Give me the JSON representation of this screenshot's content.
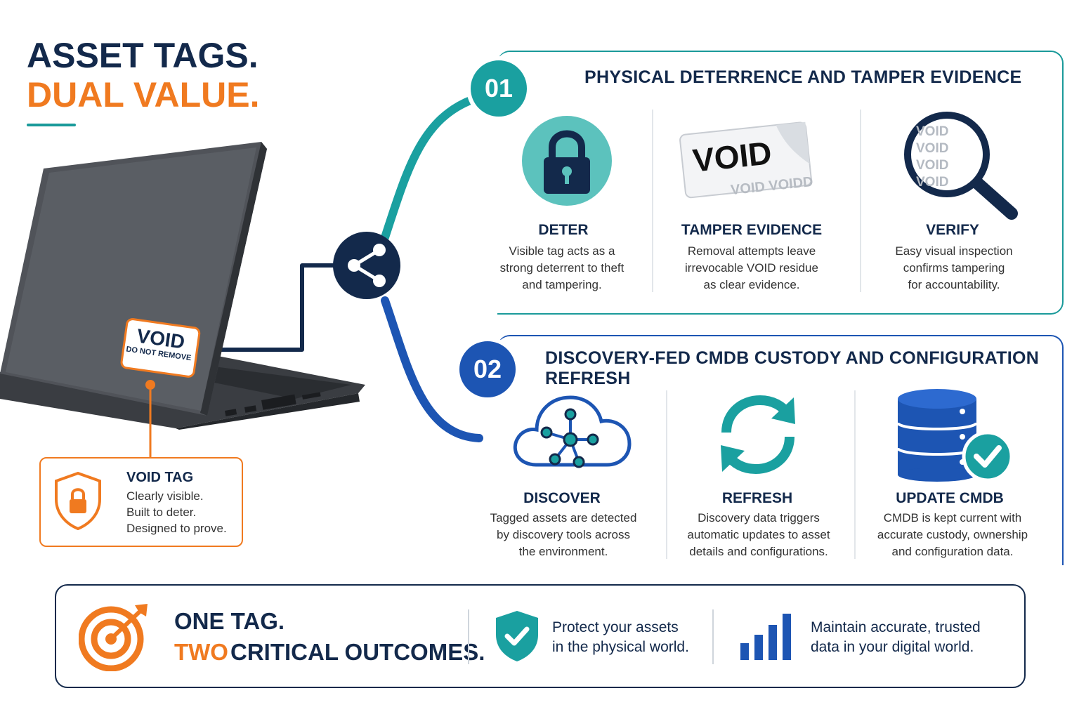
{
  "header": {
    "title_line1": "ASSET TAGS.",
    "title_line2": "DUAL VALUE."
  },
  "laptop_tag": {
    "void": "VOID",
    "do_not_remove": "DO NOT REMOVE"
  },
  "void_callout": {
    "title": "VOID TAG",
    "lines": [
      "Clearly visible.",
      "Built to deter.",
      "Designed to prove."
    ],
    "icon": "shield-lock-icon"
  },
  "section1": {
    "number": "01",
    "title": "PHYSICAL DETERRENCE AND TAMPER EVIDENCE",
    "items": [
      {
        "title": "DETER",
        "desc": [
          "Visible tag acts as a",
          "strong deterrent to theft",
          "and tampering."
        ],
        "icon": "padlock-icon"
      },
      {
        "title": "TAMPER EVIDENCE",
        "desc": [
          "Removal attempts leave",
          "irrevocable VOID residue",
          "as clear evidence."
        ],
        "icon": "void-label-icon",
        "label": "VOID",
        "residue": "VOID VOIDD"
      },
      {
        "title": "VERIFY",
        "desc": [
          "Easy visual inspection",
          "confirms tampering",
          "for accountability."
        ],
        "icon": "magnifier-icon",
        "pattern": "VOID VOID"
      }
    ]
  },
  "section2": {
    "number": "02",
    "title": "DISCOVERY-FED CMDB CUSTODY AND CONFIGURATION REFRESH",
    "items": [
      {
        "title": "DISCOVER",
        "desc": [
          "Tagged assets are detected",
          "by discovery tools across",
          "the environment."
        ],
        "icon": "cloud-network-icon"
      },
      {
        "title": "REFRESH",
        "desc": [
          "Discovery data triggers",
          "automatic updates to asset",
          "details and configurations."
        ],
        "icon": "refresh-icon"
      },
      {
        "title": "UPDATE CMDB",
        "desc": [
          "CMDB is kept current with",
          "accurate custody, ownership",
          "and configuration data."
        ],
        "icon": "database-check-icon"
      }
    ]
  },
  "banner": {
    "line1": "ONE TAG.",
    "line2_accent": "TWO",
    "line2_rest": "CRITICAL OUTCOMES.",
    "point1": [
      "Protect your assets",
      "in the physical world."
    ],
    "point2": [
      "Maintain accurate, trusted",
      "data in your digital world."
    ]
  },
  "colors": {
    "navy": "#13294b",
    "orange": "#f07a20",
    "teal": "#1aa0a0",
    "blue": "#1d55b3"
  }
}
